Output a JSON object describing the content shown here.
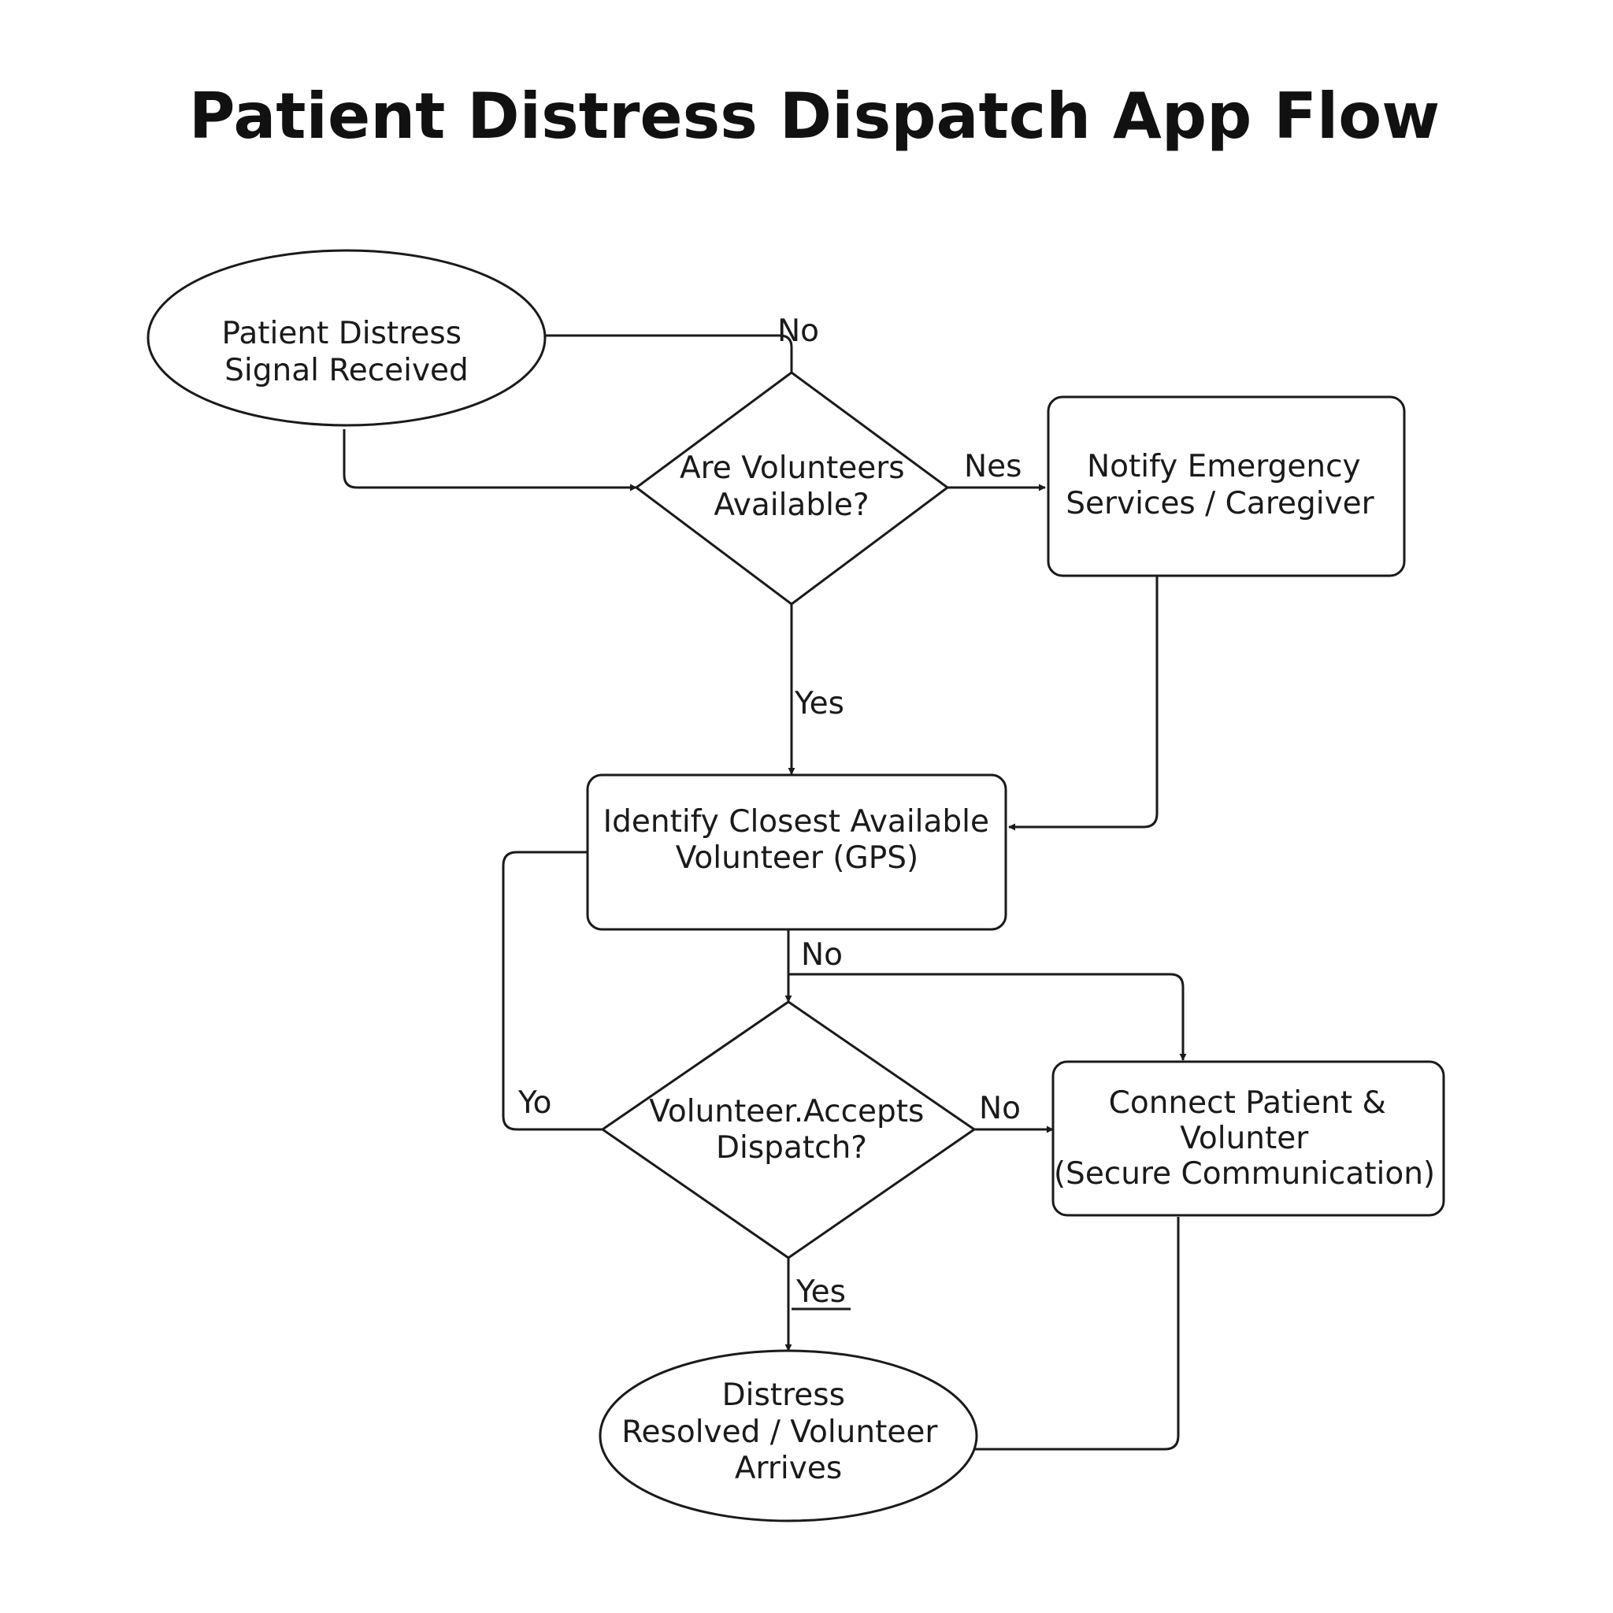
{
  "title": "Patient Distress Dispatch App Flow",
  "nodes": {
    "start": {
      "lines": [
        "Patient Distress",
        "Signal Received"
      ]
    },
    "decision_volunteers": {
      "lines": [
        "Are Volunteers",
        "Available?"
      ]
    },
    "notify": {
      "lines": [
        "Notify Emergency",
        "Services / Caregiver"
      ]
    },
    "identify": {
      "lines": [
        "Identify Closest Available",
        "Volunteer (GPS)"
      ]
    },
    "decision_accept": {
      "lines": [
        "Volunteer.Accepts",
        "Dispatch?"
      ]
    },
    "connect": {
      "lines": [
        "Connect Patient &",
        "Volunter",
        "(Secure Communication)"
      ]
    },
    "end": {
      "lines": [
        "Distress",
        "Resolved / Volunteer",
        "Arrives"
      ]
    }
  },
  "edge_labels": {
    "top_no": "No",
    "nes": "Nes",
    "yes_1": "Yes",
    "no_2": "No",
    "yo": "Yo",
    "no_3": "No",
    "yes_2": "Yes"
  }
}
